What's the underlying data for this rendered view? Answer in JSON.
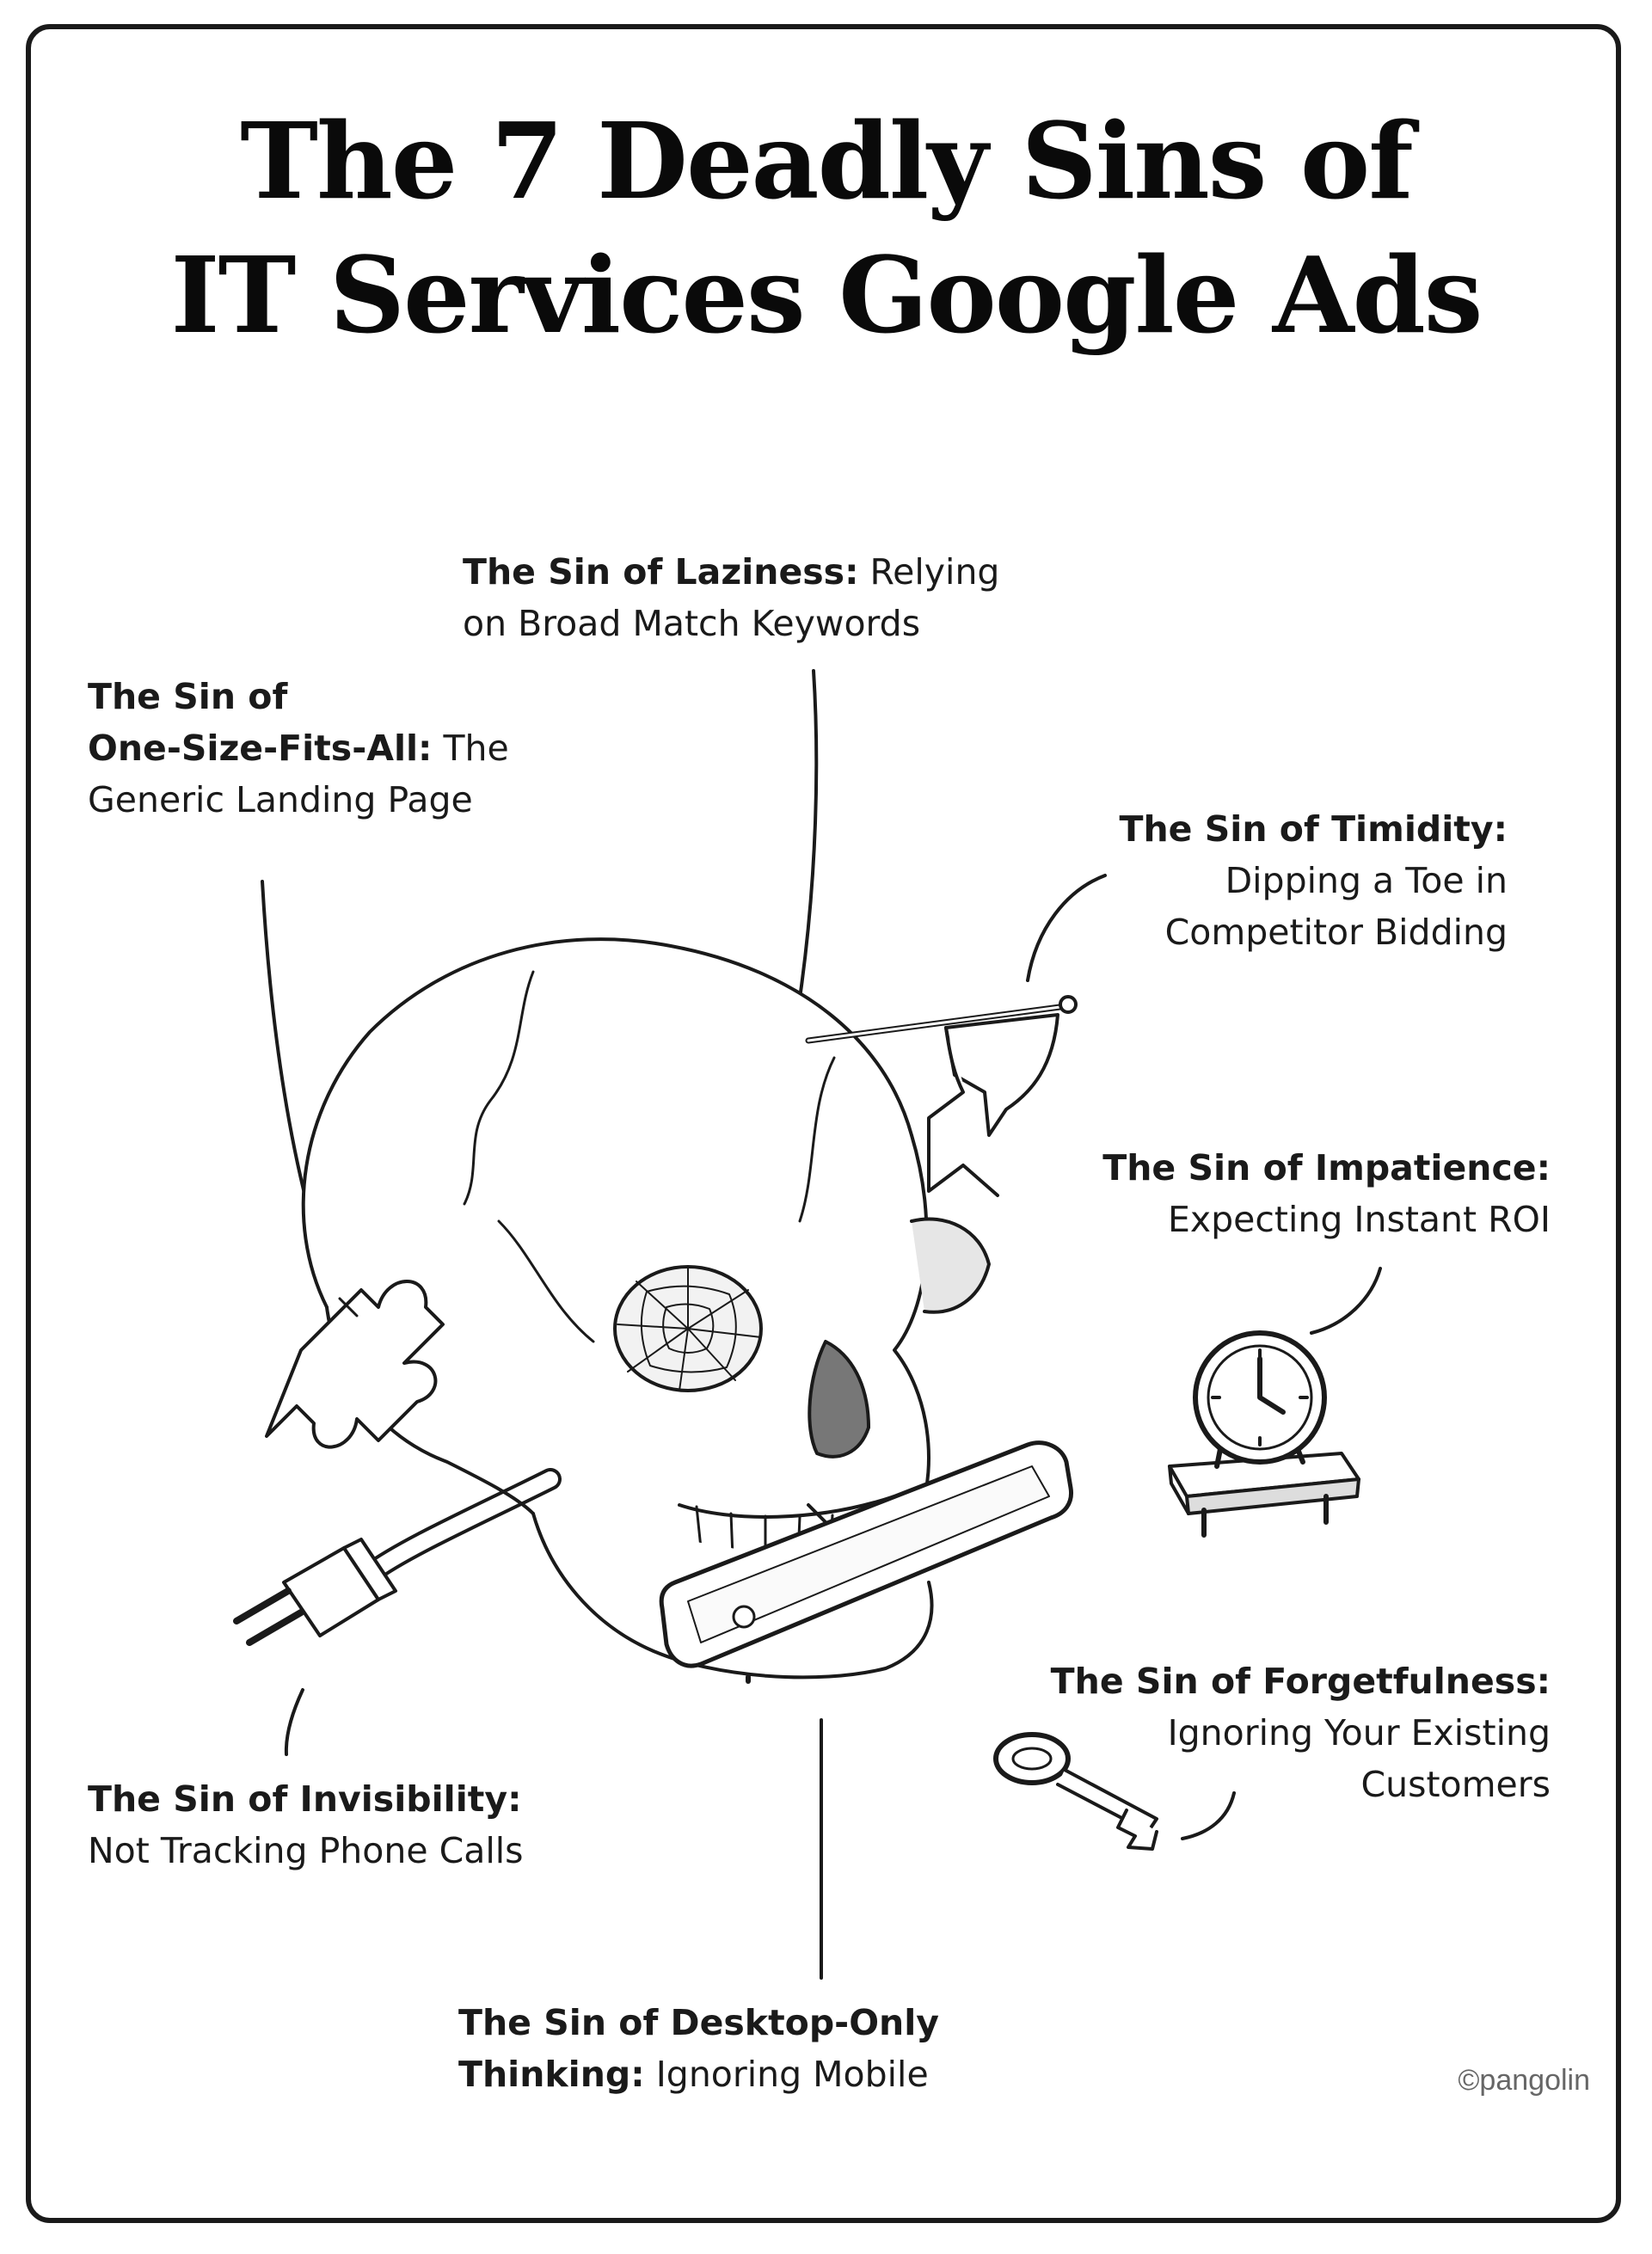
{
  "title": {
    "line1": "The 7 Deadly Sins of",
    "line2": "IT Services Google Ads"
  },
  "sins": {
    "laziness": {
      "name_line1": "The Sin of Laziness:",
      "desc_line1": "Relying",
      "line2": "on Broad Match Keywords"
    },
    "one_size": {
      "name_line1": "The Sin of",
      "name_line2": "One-Size-Fits-All:",
      "desc_line2": "The",
      "line3": "Generic Landing Page"
    },
    "timidity": {
      "name_line1": "The Sin of Timidity:",
      "line2": "Dipping a Toe in",
      "line3": "Competitor Bidding"
    },
    "impatience": {
      "name_line1": "The Sin of Impatience:",
      "line2": "Expecting Instant ROI"
    },
    "forgetfulness": {
      "name_line1": "The Sin of Forgetfulness:",
      "line2": "Ignoring Your Existing",
      "line3": "Customers"
    },
    "invisibility": {
      "name_line1": "The Sin of Invisibility:",
      "line2": "Not Tracking Phone Calls"
    },
    "desktop_only": {
      "name_line1": "The Sin of Desktop-Only",
      "name_line2": "Thinking:",
      "desc_line2": "Ignoring Mobile"
    }
  },
  "credit": "©pangolin",
  "icons": [
    "skull-icon",
    "puzzle-piece-icon",
    "spider-web-icon",
    "flag-icon",
    "alarm-clock-icon",
    "smartphone-icon",
    "power-plug-icon",
    "key-icon"
  ]
}
